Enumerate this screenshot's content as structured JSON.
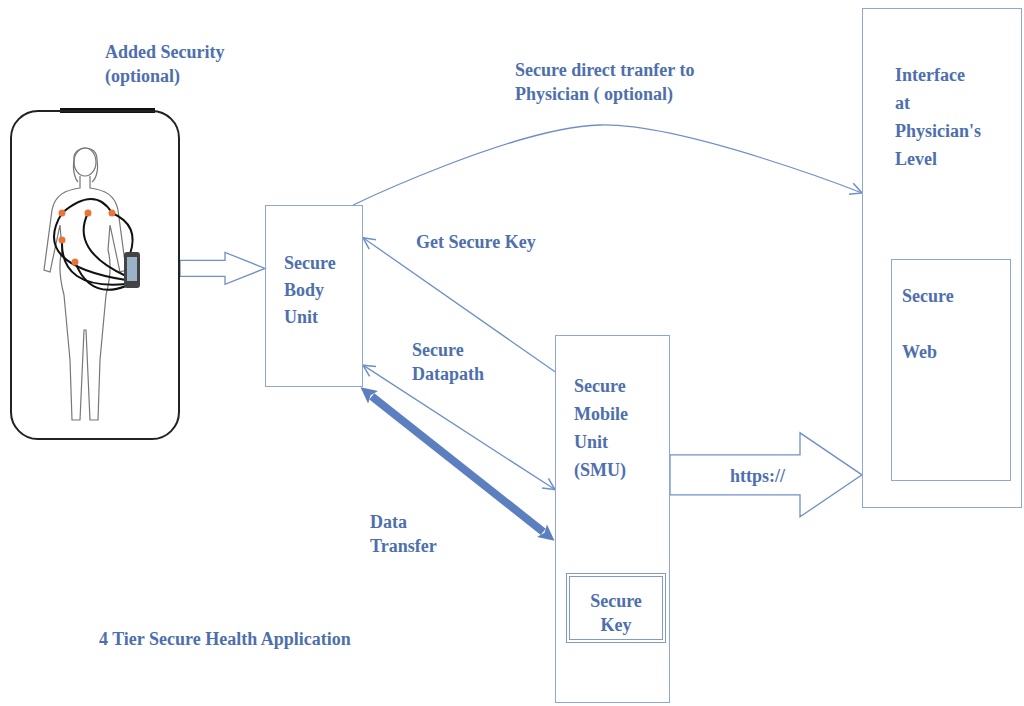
{
  "diagram": {
    "nodes": [
      {
        "text": [
          "Added Security (optional)"
        ]
      },
      {
        "text": [
          "Secure Body Unit"
        ]
      },
      {
        "text": [
          "Interface at Physician's Level"
        ]
      },
      {
        "text": [
          "Secure Web"
        ],
        "in": 2
      },
      {
        "text": [
          "Secure Mobile Unit (SMU)"
        ]
      },
      {
        "text": [
          "Secure Key"
        ],
        "in": 4
      }
    ],
    "edges": [
      {
        "from": 0,
        "to": 1,
        "arrow": "to"
      },
      {
        "from": 1,
        "to": 2,
        "label": "Secure direct tranfer to Physician ( optional)",
        "arrow": "to"
      },
      {
        "from": 4,
        "to": 1,
        "label": "Get Secure Key",
        "arrow": "to"
      },
      {
        "from": 1,
        "to": 4,
        "label": "Secure Datapath",
        "arrow": "both"
      },
      {
        "from": 1,
        "to": 4,
        "label": "Data Transfer",
        "arrow": "both"
      },
      {
        "from": 4,
        "to": 2,
        "label": "https://",
        "arrow": "to"
      }
    ],
    "labels": [
      "4 Tier Secure Health Application"
    ]
  }
}
